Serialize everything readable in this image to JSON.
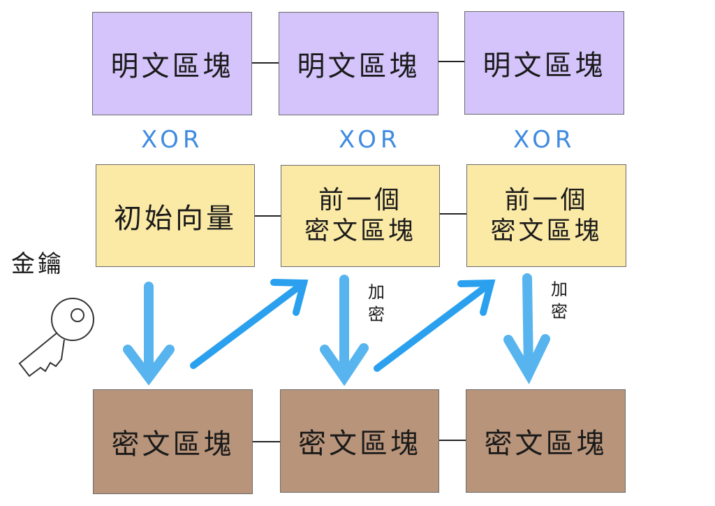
{
  "plaintext_label": "明文區塊",
  "xor_label": "XOR",
  "iv_label": "初始向量",
  "prev_line1": "前一個",
  "prev_line2": "密文區塊",
  "ciphertext_label": "密文區塊",
  "key_label": "金鑰",
  "encrypt_label": "加密",
  "colors": {
    "plaintext_fill": "#d4c4fb",
    "iv_fill": "#fbe9a6",
    "ciphertext_fill": "#b8947a",
    "arrow": "#3aa8ec",
    "xor_text": "#3f8be0"
  }
}
